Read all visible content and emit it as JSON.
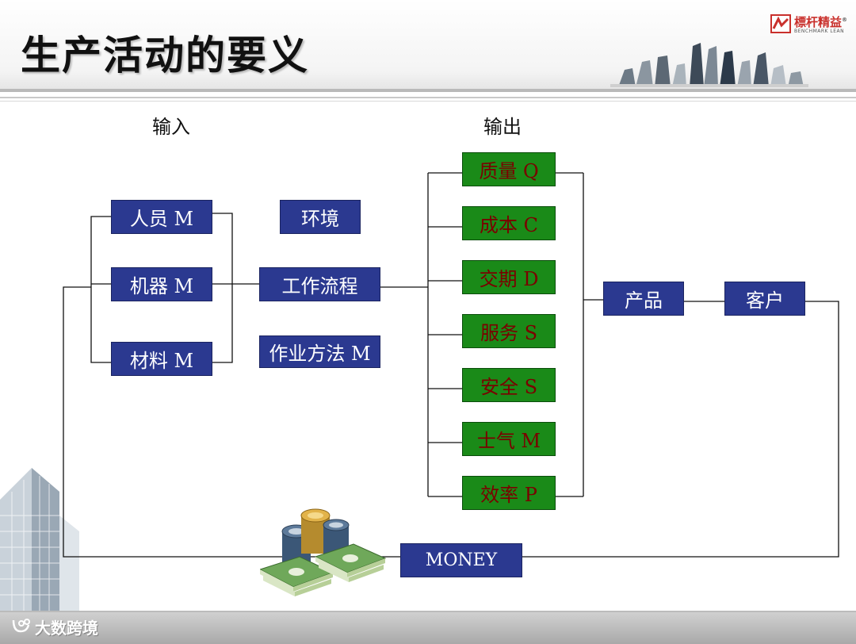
{
  "slide": {
    "title": "生产活动的要义",
    "logo": {
      "name_cn": "標杆精益",
      "name_en": "BENCHMARK LEAN",
      "registered": "®"
    },
    "footer_logo": {
      "text": "大数跨境"
    }
  },
  "diagram": {
    "input_label": "输入",
    "output_label": "输出",
    "inputs": [
      "人员 M",
      "机器 M",
      "材料 M"
    ],
    "environment": "环境",
    "process": "工作流程",
    "method": "作业方法 M",
    "outputs": [
      "质量 Q",
      "成本 C",
      "交期 D",
      "服务 S",
      "安全 S",
      "士气 M",
      "效率 P"
    ],
    "product": "产品",
    "customer": "客户",
    "money": "MONEY"
  },
  "colors": {
    "box_blue": "#2b3990",
    "box_green": "#1a8a18",
    "output_text": "#7a0000",
    "line": "#111111"
  }
}
